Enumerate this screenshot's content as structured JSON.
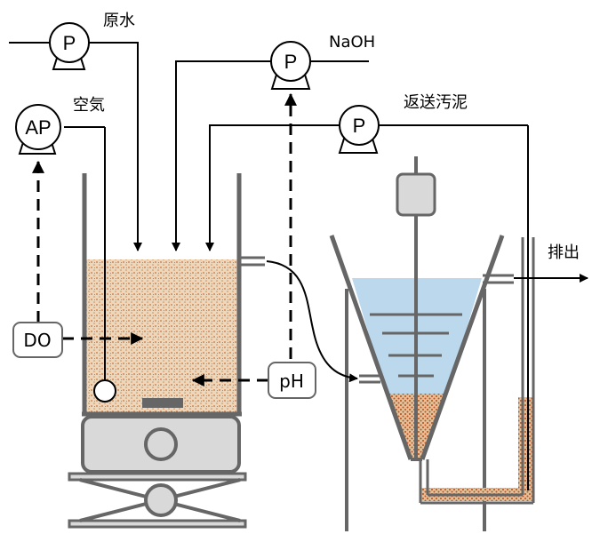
{
  "labels": {
    "raw_water": "原水",
    "air": "空気",
    "naoh": "NaOH",
    "return_sludge": "返送汚泥",
    "discharge": "排出"
  },
  "pumps": {
    "raw_water_pump": "P",
    "air_pump": "AP",
    "naoh_pump": "P",
    "return_sludge_pump": "P"
  },
  "sensors": {
    "do": "DO",
    "ph": "pH"
  },
  "colors": {
    "line": "#000000",
    "vessel": "#666666",
    "sludge": "#e9d3b7",
    "sludge_dots": "#c8733a",
    "water": "#bcd8ec",
    "base_fill": "#d9d9d9"
  }
}
